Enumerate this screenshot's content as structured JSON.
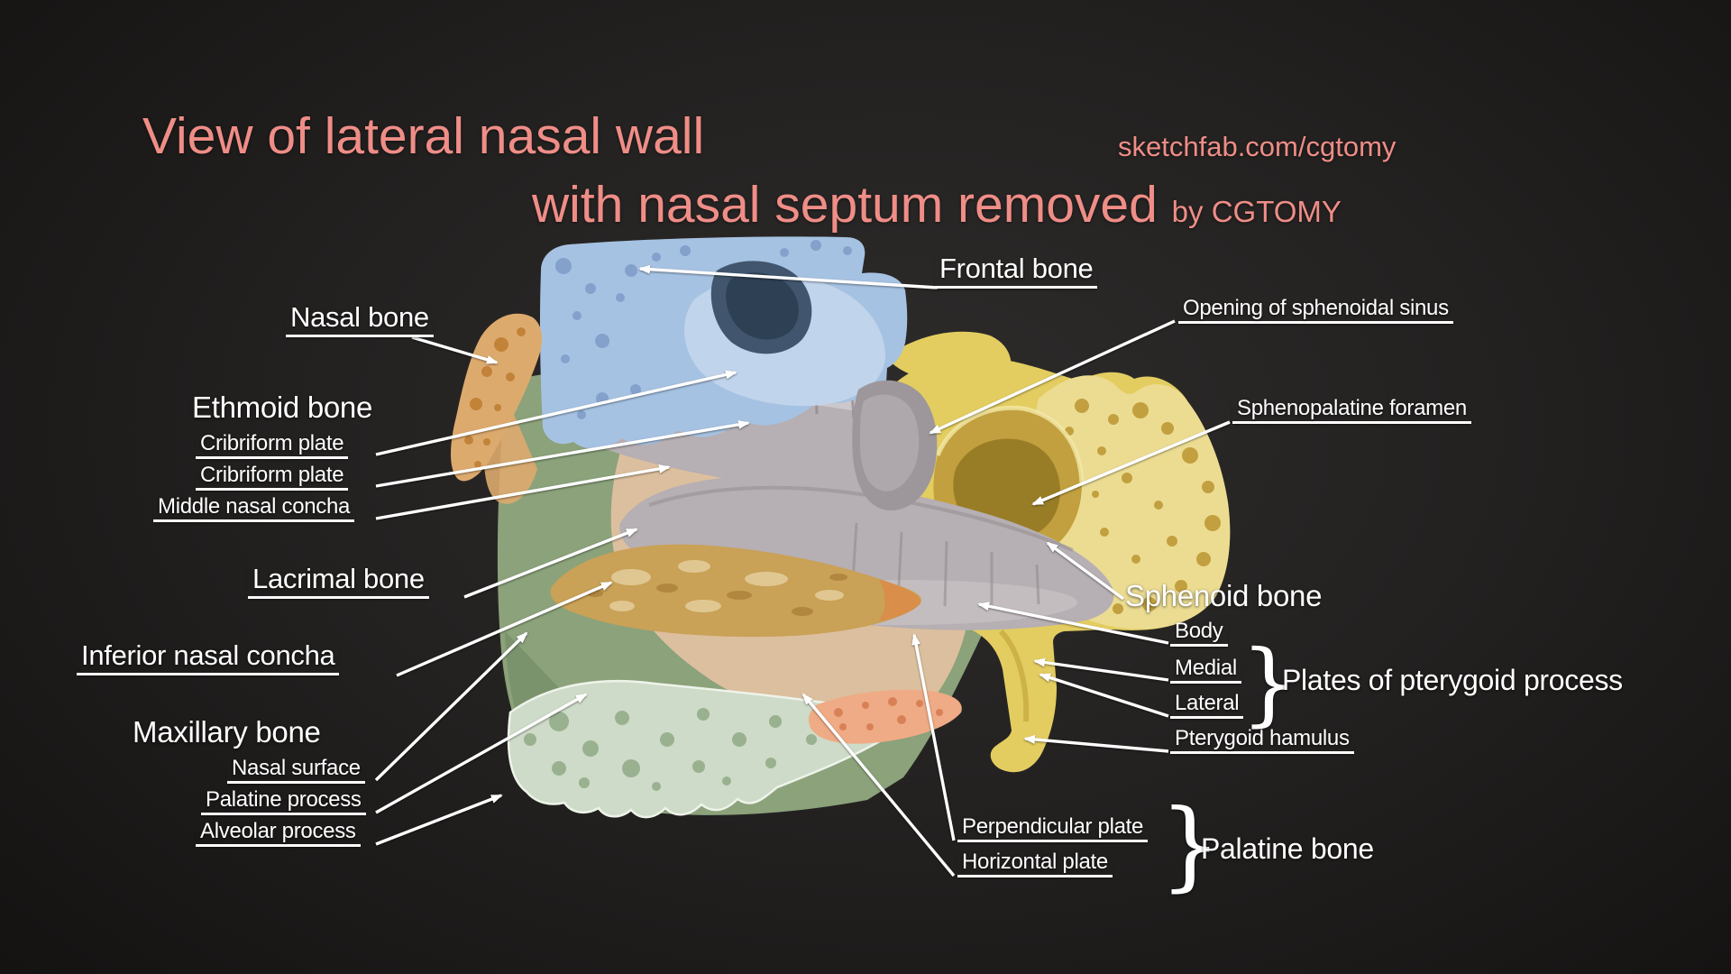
{
  "header": {
    "title_line1": "View of lateral nasal wall",
    "title_line2": "with nasal septum removed",
    "byline": "by CGTOMY",
    "credit_url": "sketchfab.com/cgtomy"
  },
  "labels": {
    "frontal_bone": "Frontal bone",
    "nasal_bone": "Nasal bone",
    "ethmoid_bone": "Ethmoid bone",
    "cribriform_plate_1": "Cribriform plate",
    "cribriform_plate_2": "Cribriform plate",
    "middle_nasal_concha": "Middle nasal concha",
    "lacrimal_bone": "Lacrimal bone",
    "inferior_nasal_concha": "Inferior nasal concha",
    "maxillary_bone": "Maxillary bone",
    "nasal_surface": "Nasal surface",
    "palatine_process": "Palatine process",
    "alveolar_process": "Alveolar process",
    "opening_sphenoidal_sinus": "Opening of sphenoidal sinus",
    "sphenopalatine_foramen": "Sphenopalatine foramen",
    "sphenoid_bone": "Sphenoid bone",
    "body": "Body",
    "medial": "Medial",
    "lateral": "Lateral",
    "plates_of_pterygoid_process": "Plates of pterygoid process",
    "pterygoid_hamulus": "Pterygoid hamulus",
    "perpendicular_plate": "Perpendicular plate",
    "horizontal_plate": "Horizontal plate",
    "palatine_bone": "Palatine bone"
  },
  "braces": {
    "pterygoid": "}",
    "palatine": "}"
  },
  "colors": {
    "title": "#ef8d87",
    "label": "#ffffff",
    "frontal": "#a6c2e2",
    "frontal_pale": "#c3d6ec",
    "frontal_dark": "#41566e",
    "frontal_spot": "#7d9cc8",
    "nasal": "#ddaa6e",
    "nasal_spot": "#c07f33",
    "ethmoid": "#b6afb3",
    "ethmoid_light": "#d0cbce",
    "ethmoid_dark": "#8e8789",
    "maxilla": "#8ba27b",
    "maxilla_dark": "#6f8763",
    "maxilla_section": "#cedbc8",
    "maxilla_hole": "#9ab190",
    "inferior_concha": "#c9a157",
    "inferior_concha_light": "#e6d1a0",
    "inferior_concha_dark": "#a87c35",
    "palatine": "#efab85",
    "palatine_hole": "#d57a50",
    "peach": "#dcbf9e",
    "sphenoid": "#e3cd60",
    "sphenoid_spongy": "#ecdc92",
    "sphenoid_hole": "#c2a03f",
    "sphenoid_dark": "#b89a2e",
    "sinus_dark": "#8f7420",
    "gray_knob": "#9d979b"
  }
}
